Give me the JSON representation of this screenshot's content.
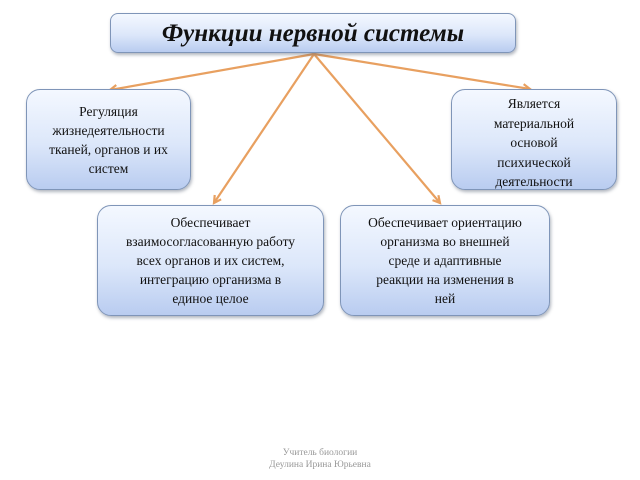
{
  "title": "Функции нервной системы",
  "boxes": [
    {
      "id": "b1",
      "name": "function-regulation",
      "lines": [
        "Регуляция",
        "жизнедеятельности",
        "тканей, органов и их",
        "систем"
      ]
    },
    {
      "id": "b2",
      "name": "function-psychic-basis",
      "lines": [
        "Является",
        "материальной",
        "основой",
        "психической",
        "деятельности"
      ]
    },
    {
      "id": "b3",
      "name": "function-coordination",
      "lines": [
        "Обеспечивает",
        "взаимосогласованную работу",
        "всех органов и их систем,",
        "интеграцию организма в",
        "единое целое"
      ]
    },
    {
      "id": "b4",
      "name": "function-orientation",
      "lines": [
        "Обеспечивает ориентацию",
        "организма во внешней",
        "среде и адаптивные",
        "реакции на изменения в",
        "ней"
      ]
    }
  ],
  "footer": [
    "Учитель биологии",
    "Деулина Ирина Юрьевна"
  ],
  "colors": {
    "arrow": "#e8a060",
    "box_border": "#7f95b8"
  }
}
